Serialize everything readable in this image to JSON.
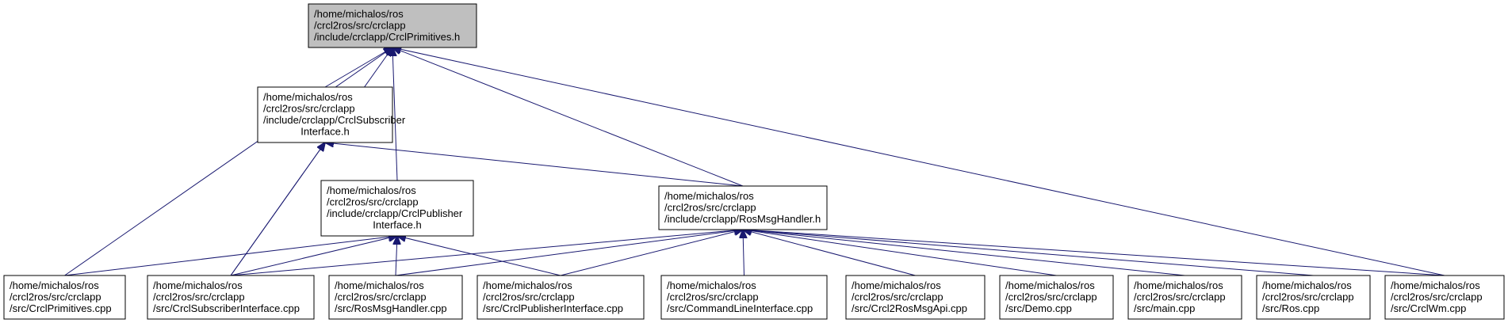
{
  "colors": {
    "edge": "#191970",
    "node_border": "#000000",
    "node_fill": "#ffffff",
    "root_fill": "#bfbfbf"
  },
  "nodes": [
    {
      "id": "primitives_h",
      "lines": [
        "/home/michalos/ros",
        "/crcl2ros/src/crclapp",
        "/include/crclapp/CrclPrimitives.h"
      ],
      "align": "start",
      "root": true
    },
    {
      "id": "subscriber_h",
      "lines": [
        "/home/michalos/ros",
        "/crcl2ros/src/crclapp",
        "/include/crclapp/CrclSubscriber",
        "Interface.h"
      ],
      "align": "mixed"
    },
    {
      "id": "publisher_h",
      "lines": [
        "/home/michalos/ros",
        "/crcl2ros/src/crclapp",
        "/include/crclapp/CrclPublisher",
        "Interface.h"
      ],
      "align": "mixed"
    },
    {
      "id": "rosmsg_h",
      "lines": [
        "/home/michalos/ros",
        "/crcl2ros/src/crclapp",
        "/include/crclapp/RosMsgHandler.h"
      ],
      "align": "start"
    },
    {
      "id": "primitives_cpp",
      "lines": [
        "/home/michalos/ros",
        "/crcl2ros/src/crclapp",
        "/src/CrclPrimitives.cpp"
      ],
      "align": "start"
    },
    {
      "id": "subscriber_cpp",
      "lines": [
        "/home/michalos/ros",
        "/crcl2ros/src/crclapp",
        "/src/CrclSubscriberInterface.cpp"
      ],
      "align": "start"
    },
    {
      "id": "rosmsg_cpp",
      "lines": [
        "/home/michalos/ros",
        "/crcl2ros/src/crclapp",
        "/src/RosMsgHandler.cpp"
      ],
      "align": "start"
    },
    {
      "id": "publisher_cpp",
      "lines": [
        "/home/michalos/ros",
        "/crcl2ros/src/crclapp",
        "/src/CrclPublisherInterface.cpp"
      ],
      "align": "start"
    },
    {
      "id": "cmdline_cpp",
      "lines": [
        "/home/michalos/ros",
        "/crcl2ros/src/crclapp",
        "/src/CommandLineInterface.cpp"
      ],
      "align": "start"
    },
    {
      "id": "crcl2rosmsgapi_cpp",
      "lines": [
        "/home/michalos/ros",
        "/crcl2ros/src/crclapp",
        "/src/Crcl2RosMsgApi.cpp"
      ],
      "align": "start"
    },
    {
      "id": "demo_cpp",
      "lines": [
        "/home/michalos/ros",
        "/crcl2ros/src/crclapp",
        "/src/Demo.cpp"
      ],
      "align": "start"
    },
    {
      "id": "main_cpp",
      "lines": [
        "/home/michalos/ros",
        "/crcl2ros/src/crclapp",
        "/src/main.cpp"
      ],
      "align": "start"
    },
    {
      "id": "ros_cpp",
      "lines": [
        "/home/michalos/ros",
        "/crcl2ros/src/crclapp",
        "/src/Ros.cpp"
      ],
      "align": "start"
    },
    {
      "id": "crclwm_cpp",
      "lines": [
        "/home/michalos/ros",
        "/crcl2ros/src/crclapp",
        "/src/CrclWm.cpp"
      ],
      "align": "start"
    }
  ],
  "edges": [
    {
      "from": "subscriber_h",
      "to": "primitives_h"
    },
    {
      "from": "publisher_h",
      "to": "primitives_h"
    },
    {
      "from": "rosmsg_h",
      "to": "primitives_h"
    },
    {
      "from": "primitives_cpp",
      "to": "primitives_h"
    },
    {
      "from": "subscriber_cpp",
      "to": "primitives_h"
    },
    {
      "from": "crclwm_cpp",
      "to": "primitives_h"
    },
    {
      "from": "rosmsg_h",
      "to": "subscriber_h"
    },
    {
      "from": "subscriber_cpp",
      "to": "subscriber_h"
    },
    {
      "from": "primitives_cpp",
      "to": "publisher_h"
    },
    {
      "from": "subscriber_cpp",
      "to": "publisher_h"
    },
    {
      "from": "rosmsg_cpp",
      "to": "publisher_h"
    },
    {
      "from": "publisher_cpp",
      "to": "publisher_h"
    },
    {
      "from": "subscriber_cpp",
      "to": "rosmsg_h"
    },
    {
      "from": "rosmsg_cpp",
      "to": "rosmsg_h"
    },
    {
      "from": "publisher_cpp",
      "to": "rosmsg_h"
    },
    {
      "from": "cmdline_cpp",
      "to": "rosmsg_h"
    },
    {
      "from": "crcl2rosmsgapi_cpp",
      "to": "rosmsg_h"
    },
    {
      "from": "demo_cpp",
      "to": "rosmsg_h"
    },
    {
      "from": "main_cpp",
      "to": "rosmsg_h"
    },
    {
      "from": "ros_cpp",
      "to": "rosmsg_h"
    },
    {
      "from": "crclwm_cpp",
      "to": "rosmsg_h"
    }
  ]
}
